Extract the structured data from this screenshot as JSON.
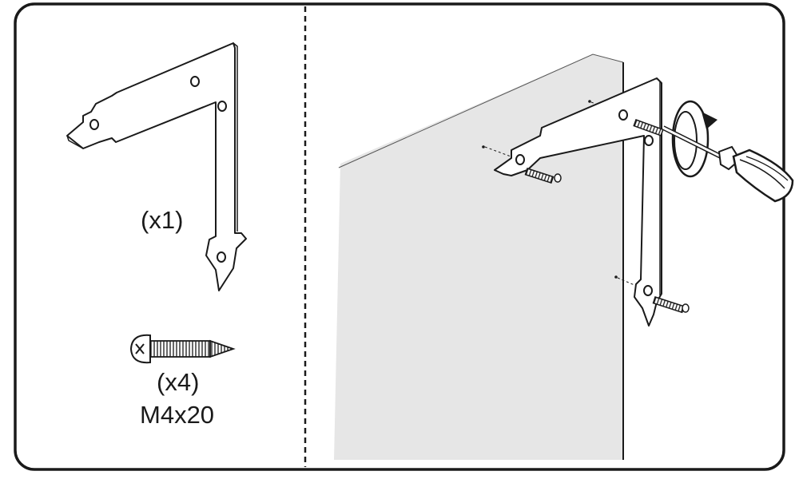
{
  "parts": {
    "bracket": {
      "quantity_label": "(x1)",
      "icon": "l-bracket-icon"
    },
    "screw": {
      "quantity_label": "(x4)",
      "size_label": "M4x20",
      "icon": "screw-icon"
    }
  },
  "step_illustration": {
    "icons": [
      "cabinet-panel",
      "l-bracket-icon",
      "screw-icon",
      "screwdriver-icon",
      "rotate-clockwise-icon"
    ]
  },
  "colors": {
    "line": "#1a1a1a",
    "panel_fill": "#e6e6e6",
    "background": "#ffffff"
  }
}
